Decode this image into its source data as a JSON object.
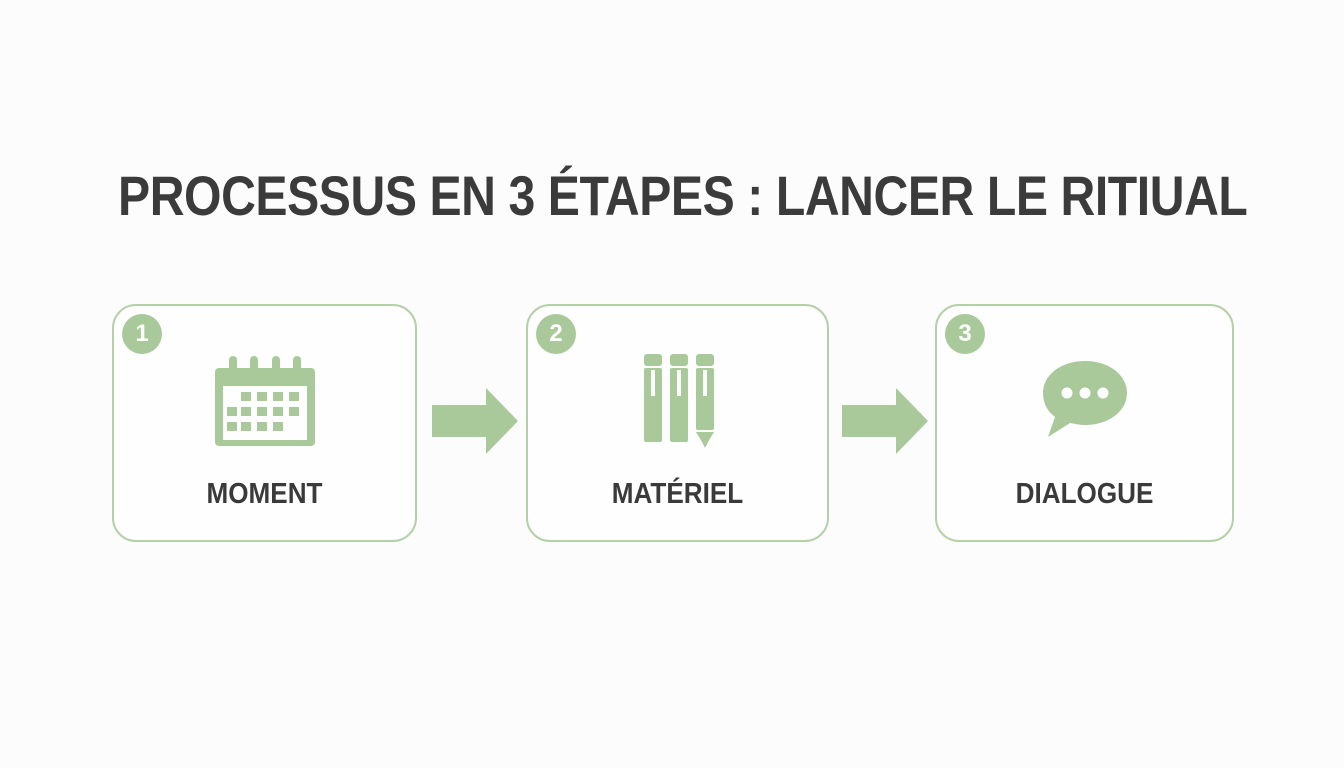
{
  "title": "PROCESSUS EN 3 ÉTAPES : LANCER LE RITIUAL",
  "colors": {
    "accent": "#a9c99b",
    "border": "#b5d0a8",
    "text": "#3a3a3a"
  },
  "steps": [
    {
      "number": "1",
      "label": "MOMENT",
      "icon": "calendar-icon"
    },
    {
      "number": "2",
      "label": "MATÉRIEL",
      "icon": "markers-icon"
    },
    {
      "number": "3",
      "label": "DIALOGUE",
      "icon": "speech-bubble-icon"
    }
  ]
}
